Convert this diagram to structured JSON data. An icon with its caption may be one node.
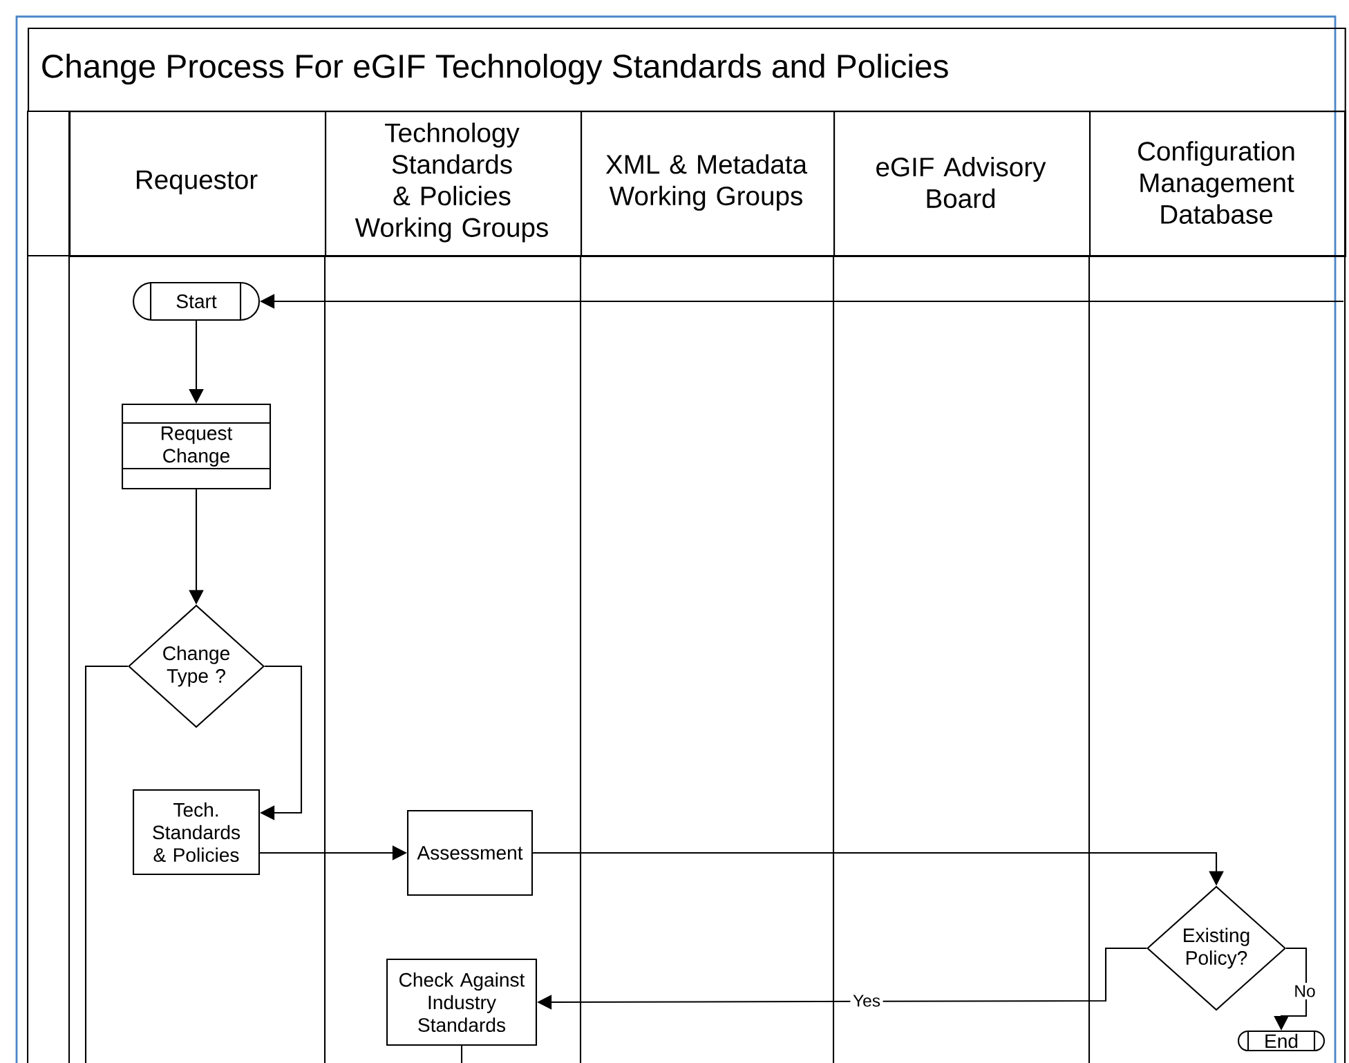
{
  "diagram": {
    "nodes": [
      {
        "text": [
          "Change Process For eGIF Technology Standards and Policies"
        ]
      },
      {
        "text": [
          "Requestor"
        ]
      },
      {
        "text": [
          "Technology Standards & Policies Working Groups"
        ]
      },
      {
        "text": [
          "XML & Metadata Working Groups"
        ]
      },
      {
        "text": [
          "eGIF Advisory Board"
        ]
      },
      {
        "text": [
          "Configuration Management Database"
        ]
      },
      {
        "text": [
          "Start"
        ]
      },
      {
        "text": [
          "Request Change"
        ]
      },
      {
        "text": [
          "Change Type ?"
        ]
      },
      {
        "text": [
          "Tech. Standards & Policies"
        ]
      },
      {
        "text": [
          "Assessment"
        ]
      },
      {
        "text": [
          "Check Against Industry Standards"
        ]
      },
      {
        "text": [
          "Existing Policy?"
        ]
      },
      {
        "text": [
          "End"
        ]
      }
    ],
    "edges": [
      {
        "from": null,
        "to": 6,
        "arrow": "to"
      },
      {
        "from": 6,
        "to": 7,
        "arrow": "to"
      },
      {
        "from": 7,
        "to": 8,
        "arrow": "to"
      },
      {
        "from": 8,
        "to": 9,
        "arrow": "to"
      },
      {
        "from": 8,
        "to": null,
        "arrow": "none"
      },
      {
        "from": 9,
        "to": 10,
        "arrow": "to"
      },
      {
        "from": 10,
        "to": 12,
        "arrow": "to"
      },
      {
        "from": 12,
        "to": 11,
        "arrow": "to",
        "label": "Yes"
      },
      {
        "from": 12,
        "to": 13,
        "arrow": "to",
        "label": "No"
      },
      {
        "from": 11,
        "to": null,
        "arrow": "none"
      }
    ]
  }
}
